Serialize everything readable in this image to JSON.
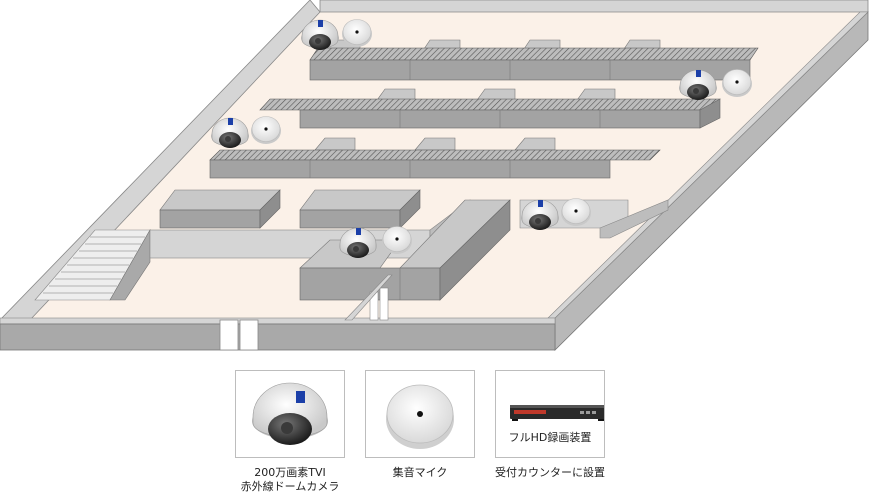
{
  "legend": {
    "camera_caption_line1": "200万画素TVI",
    "camera_caption_line2": "赤外線ドームカメラ",
    "mic_caption": "集音マイク",
    "recorder_label": "フルHD録画装置",
    "recorder_caption": "受付カウンターに設置"
  },
  "colors": {
    "floor": "#fbf1e8",
    "wall_top": "#d5d5d5",
    "wall_front": "#a9a9a9",
    "shelf_top": "#c8c8c8",
    "shelf_front": "#9c9c9c",
    "camera_mark": "#1b3fa8"
  }
}
